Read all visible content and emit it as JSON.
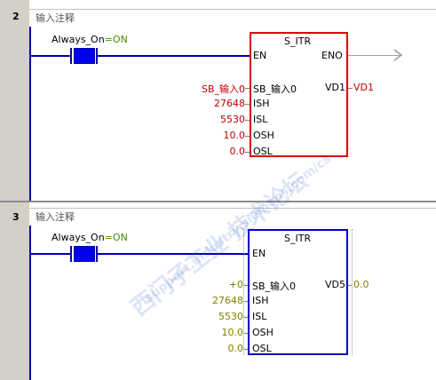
{
  "networks": [
    {
      "number": "2",
      "comment": "输入注释",
      "contact": {
        "name": "Always_On",
        "sep": "=",
        "state": "ON"
      },
      "block": {
        "title": "S_ITR",
        "en": "EN",
        "eno": "ENO",
        "in_pins": [
          "SB_输入0",
          "ISH",
          "ISL",
          "OSH",
          "OSL"
        ],
        "in_values": [
          "SB_输入0",
          "27648",
          "5530",
          "10.0",
          "0.0"
        ],
        "out_pin": "VD1",
        "out_value": "VD1",
        "status_mode": false,
        "border_color": "#e00000"
      }
    },
    {
      "number": "3",
      "comment": "输入注释",
      "contact": {
        "name": "Always_On",
        "sep": "=",
        "state": "ON"
      },
      "block": {
        "title": "S_ITR",
        "en": "EN",
        "in_pins": [
          "SB_输入0",
          "ISH",
          "ISL",
          "OSH",
          "OSL"
        ],
        "in_values": [
          "+0",
          "27648",
          "5530",
          "10.0",
          "0.0"
        ],
        "out_pin": "VD5",
        "out_value": "0.0",
        "status_mode": true,
        "border_color": "#0000cc"
      }
    }
  ],
  "watermark": {
    "cn": "西门子工业 技术论坛",
    "url": "support.industry.siemens.com/cs"
  },
  "colors": {
    "wire": "#0000aa",
    "contact_on": "#0000ee",
    "value_red": "#c00000",
    "value_olive": "#808000",
    "state_green": "#4b8b00"
  }
}
